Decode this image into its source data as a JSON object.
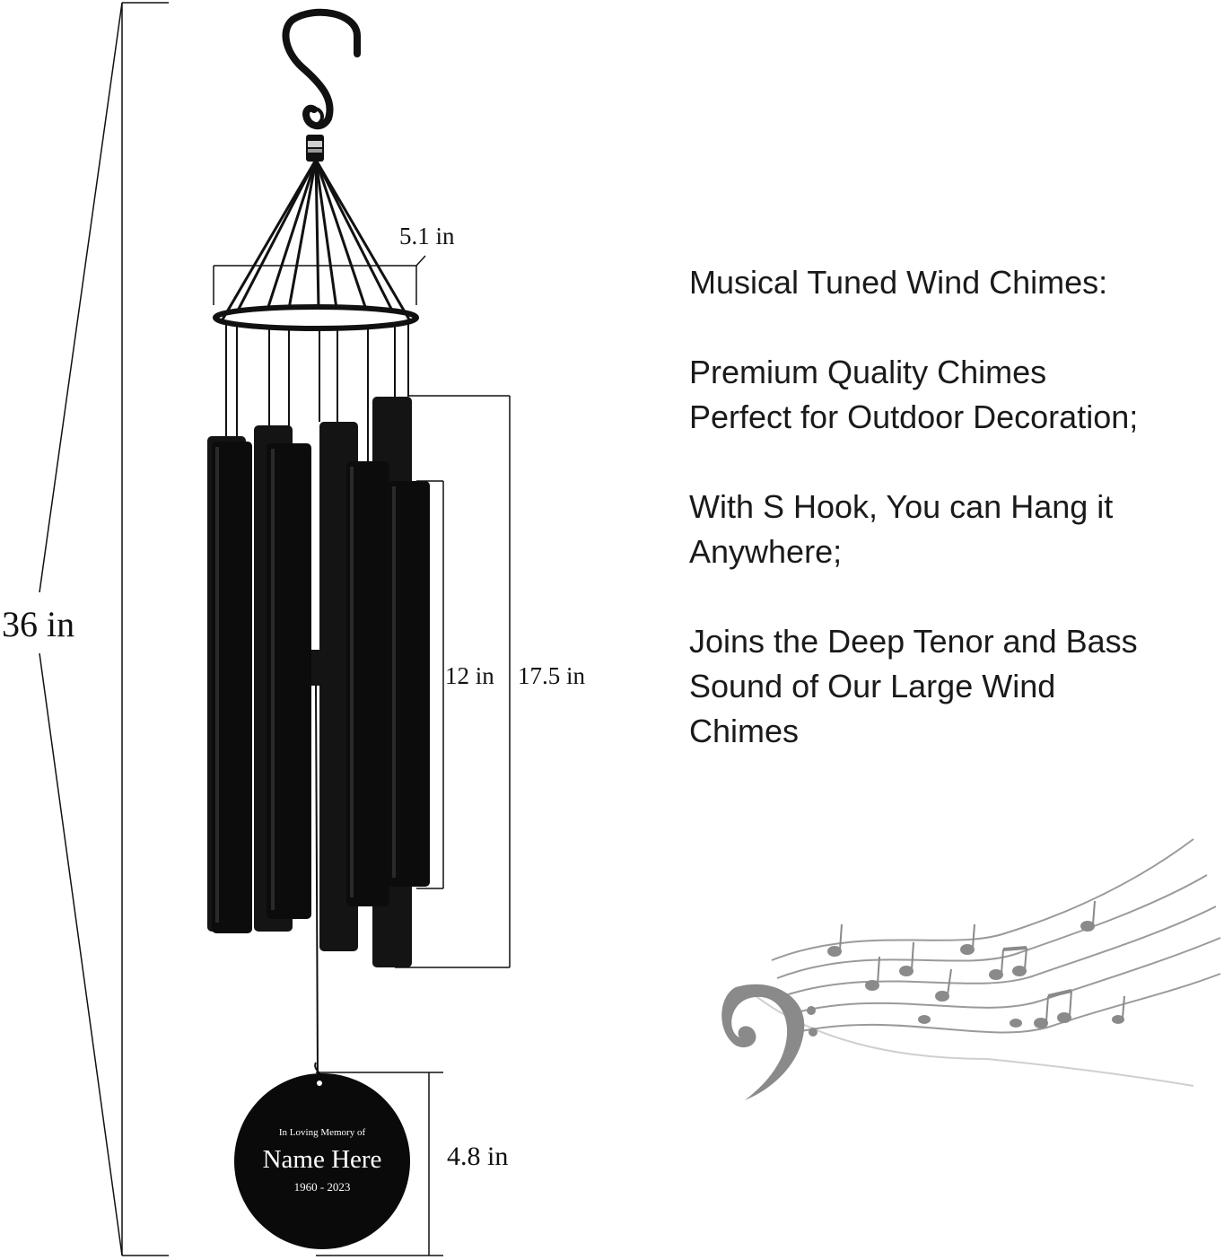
{
  "dimensions": {
    "total_height": "36 in",
    "ring_diameter": "5.1 in",
    "shortest_tube": "12 in",
    "longest_tube": "17.5 in",
    "plate_diameter": "4.8 in"
  },
  "description": {
    "line1": "Musical Tuned Wind Chimes:",
    "para2_line1": "Premium Quality Chimes",
    "para2_line2": "Perfect for Outdoor Decoration;",
    "para3_line1": "With S Hook, You can Hang it",
    "para3_line2": "Anywhere;",
    "para4_line1": "Joins the Deep Tenor and Bass",
    "para4_line2": "Sound of Our Large Wind",
    "para4_line3": "Chimes"
  },
  "plate": {
    "dedication": "In Loving Memory of",
    "name": "Name Here",
    "years": "1960 - 2023"
  },
  "colors": {
    "chime": "#111111",
    "background": "#ffffff",
    "notes": "#8a8a8a"
  },
  "icons": [
    "s-hook-icon",
    "bass-clef-icon",
    "music-notes-icon"
  ]
}
